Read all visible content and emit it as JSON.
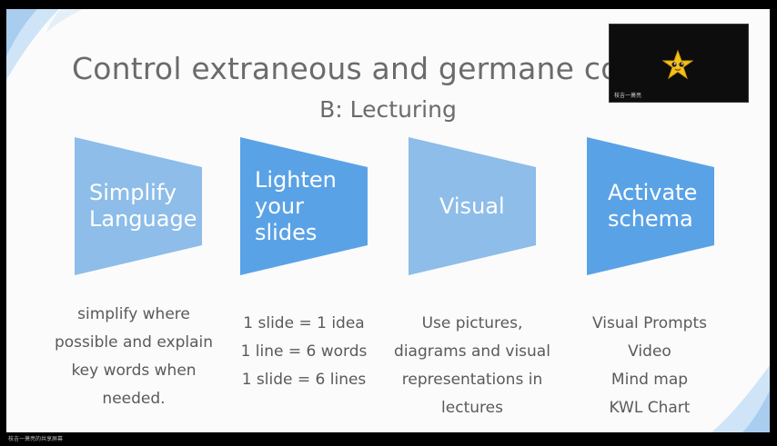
{
  "slide": {
    "title": "Control extraneous and germane cognit",
    "subtitle": "B: Lecturing"
  },
  "shapes": [
    {
      "label": "Simplify\nLanguage",
      "color": "#8dbde8"
    },
    {
      "label": "Lighten\nyour\nslides",
      "color": "#5aa2e6"
    },
    {
      "label": "Visual",
      "color": "#8dbde8"
    },
    {
      "label": "Activate\nschema",
      "color": "#5aa2e6"
    }
  ],
  "descriptions": [
    [
      "simplify where",
      "possible and explain",
      "key words when",
      "needed."
    ],
    [
      "1 slide = 1 idea",
      "1 line = 6 words",
      "1 slide = 6 lines"
    ],
    [
      "Use pictures,",
      "diagrams and visual",
      "representations in",
      "lectures"
    ],
    [
      "Visual Prompts",
      "Video",
      "Mind map",
      "KWL Chart"
    ]
  ],
  "video_tile": {
    "participant_name": "枝吉一萧亮"
  },
  "screen_share_caption": "枝吉一萧亮的共享屏幕",
  "colors": {
    "deco_blue": "#b9d8f2",
    "text_gray": "#6b6b6b",
    "avatar_yellow": "#f4c21b"
  }
}
